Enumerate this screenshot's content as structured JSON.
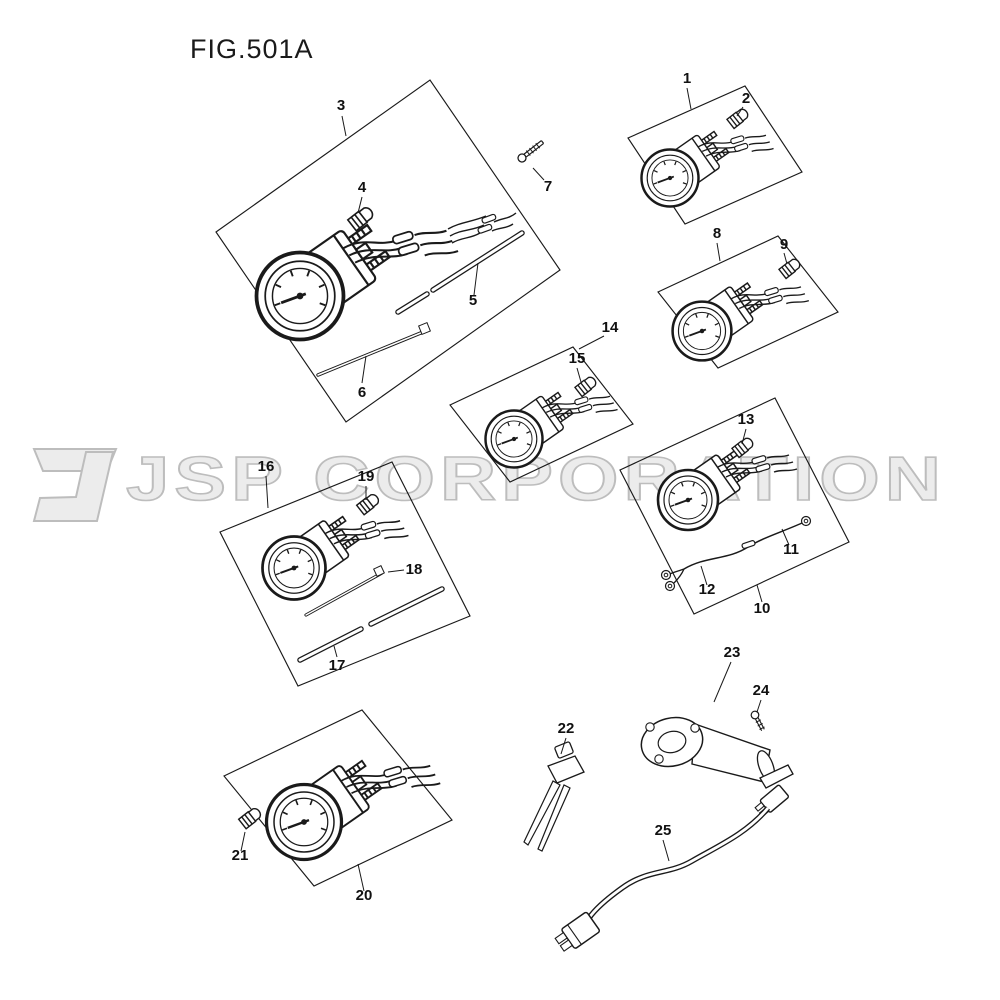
{
  "figure": {
    "title": "FIG.501A",
    "watermark": "JSP CORPORATION"
  },
  "callouts": [
    "1",
    "2",
    "3",
    "4",
    "5",
    "6",
    "7",
    "8",
    "9",
    "10",
    "11",
    "12",
    "13",
    "14",
    "15",
    "16",
    "17",
    "18",
    "19",
    "20",
    "21",
    "22",
    "23",
    "24",
    "25"
  ]
}
